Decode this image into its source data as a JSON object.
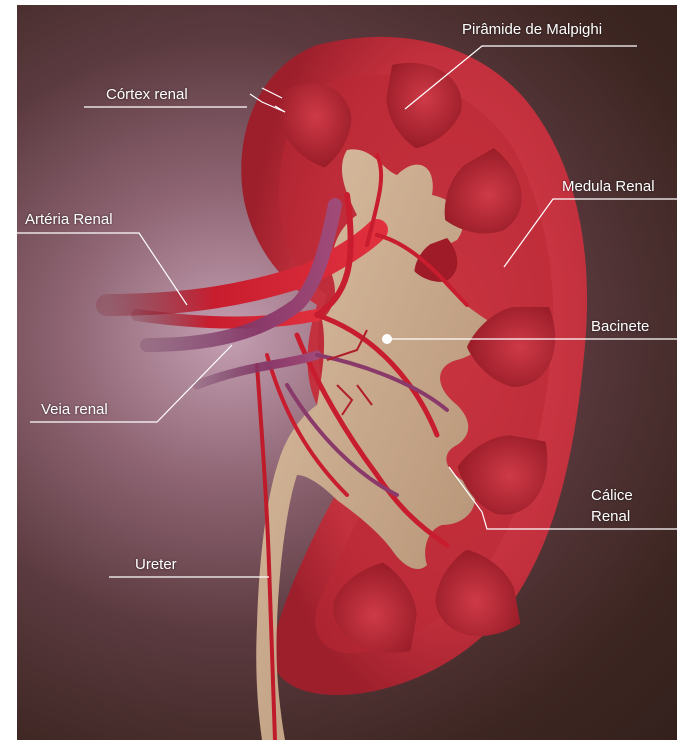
{
  "labels": {
    "piramide": "Pirâmide de Malpighi",
    "cortex": "Córtex renal",
    "medula": "Medula Renal",
    "arteria": "Artéria Renal",
    "bacinete": "Bacinete",
    "veia": "Veia renal",
    "calice_line1": "Cálice",
    "calice_line2": "Renal",
    "ureter": "Ureter"
  },
  "colors": {
    "cortex": "#c8323f",
    "pyramid": "#b01f2c",
    "pelvis": "#c9a88a",
    "artery": "#d11f2e",
    "vein": "#8a3a6a",
    "leader_line": "#ffffff"
  }
}
